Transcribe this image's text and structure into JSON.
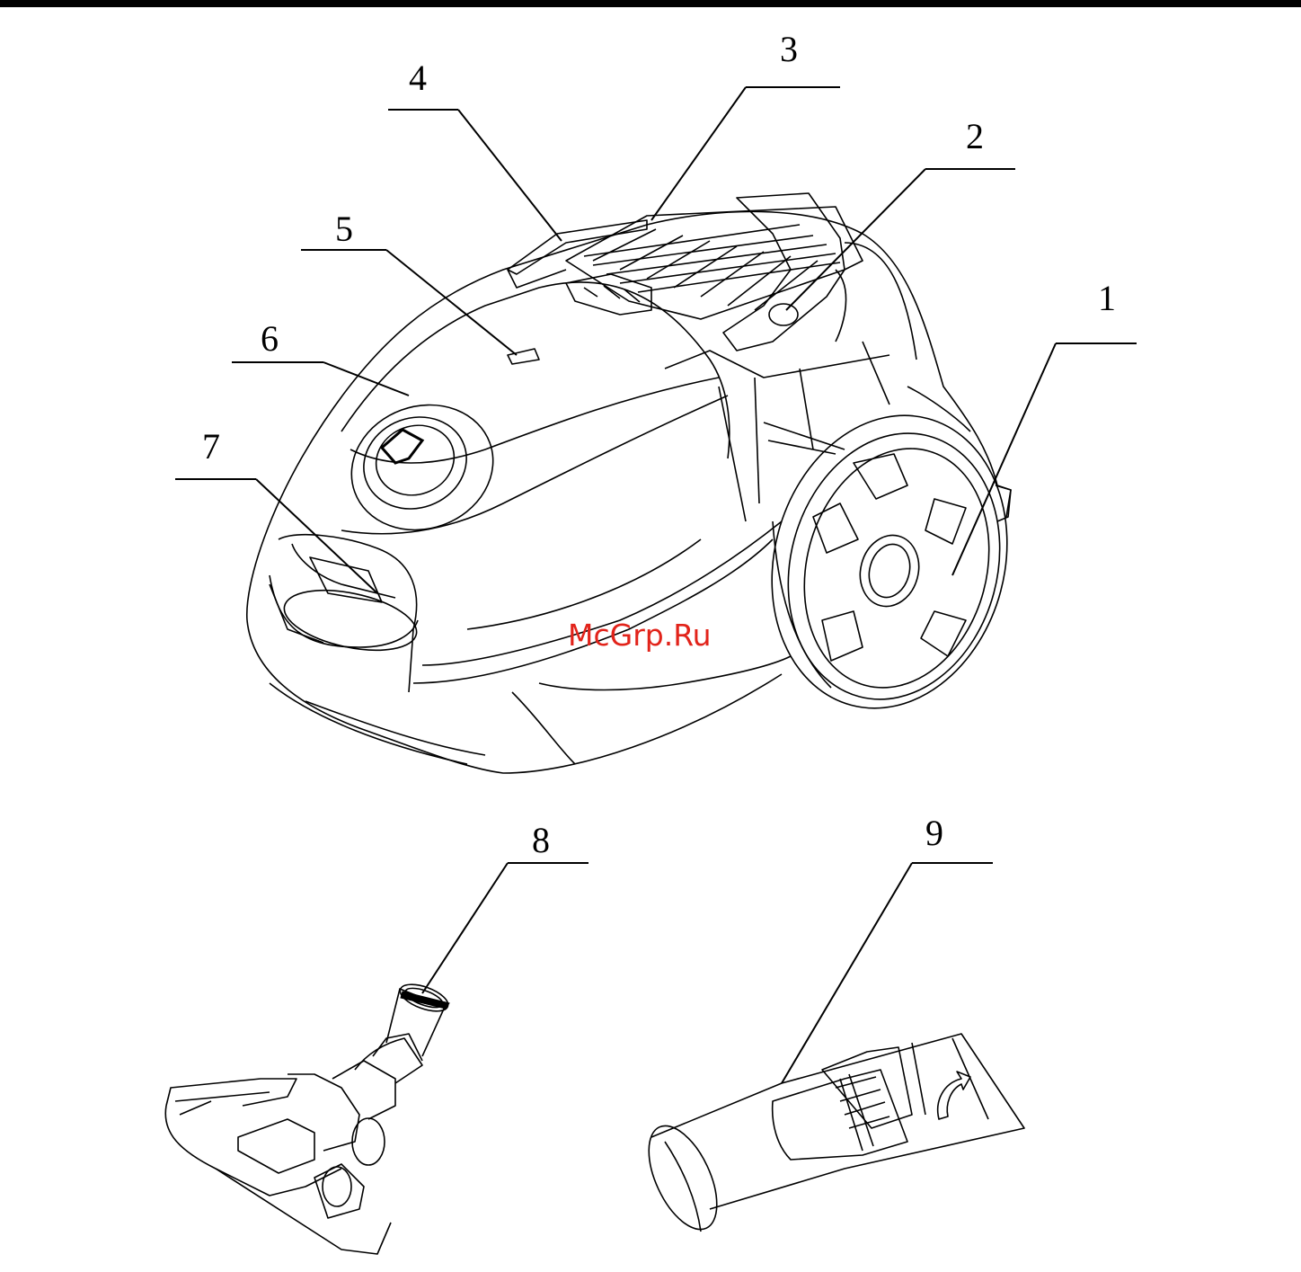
{
  "callouts": [
    {
      "id": "1",
      "label": "1"
    },
    {
      "id": "2",
      "label": "2"
    },
    {
      "id": "3",
      "label": "3"
    },
    {
      "id": "4",
      "label": "4"
    },
    {
      "id": "5",
      "label": "5"
    },
    {
      "id": "6",
      "label": "6"
    },
    {
      "id": "7",
      "label": "7"
    },
    {
      "id": "8",
      "label": "8"
    },
    {
      "id": "9",
      "label": "9"
    }
  ],
  "watermark": "McGrp.Ru",
  "colors": {
    "line": "#000000",
    "watermark": "#e2231a",
    "background": "#ffffff"
  }
}
